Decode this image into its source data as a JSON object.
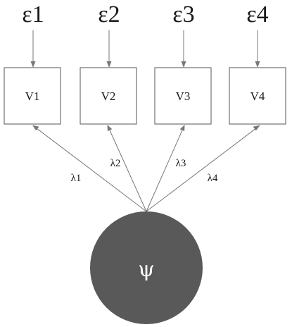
{
  "latent": {
    "label": "ψ",
    "fill": "#595959"
  },
  "observed": [
    {
      "id": "v1",
      "label": "V1"
    },
    {
      "id": "v2",
      "label": "V2"
    },
    {
      "id": "v3",
      "label": "V3"
    },
    {
      "id": "v4",
      "label": "V4"
    }
  ],
  "errors": [
    {
      "id": "e1",
      "label": "ε1"
    },
    {
      "id": "e2",
      "label": "ε2"
    },
    {
      "id": "e3",
      "label": "ε3"
    },
    {
      "id": "e4",
      "label": "ε4"
    }
  ],
  "loadings": [
    {
      "id": "l1",
      "label": "λ1"
    },
    {
      "id": "l2",
      "label": "λ2"
    },
    {
      "id": "l3",
      "label": "λ3"
    },
    {
      "id": "l4",
      "label": "λ4"
    }
  ],
  "colors": {
    "arrow": "#777777",
    "box_stroke": "#555555"
  }
}
